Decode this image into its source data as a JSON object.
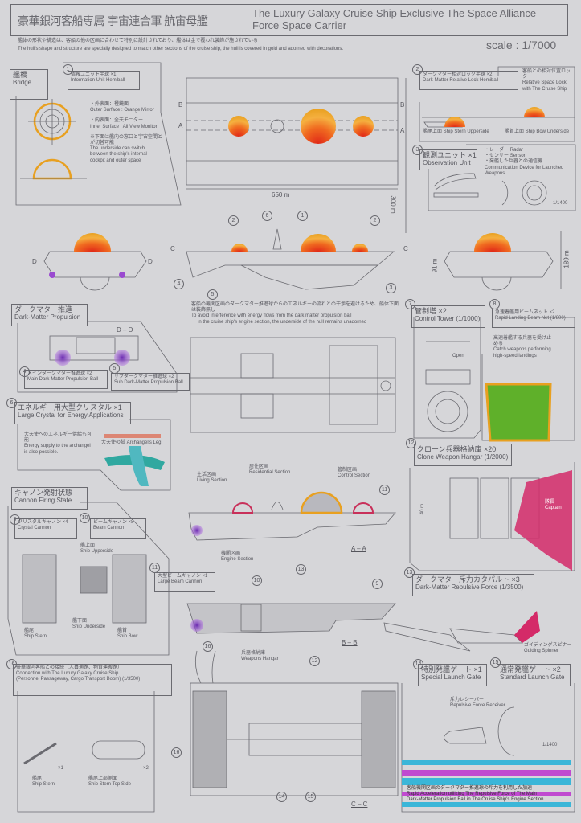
{
  "title": {
    "jp": "豪華銀河客船専属 宇宙連合軍 航宙母艦",
    "en": "The Luxury Galaxy Cruise Ship Exclusive The Space Alliance Force Space Carrier"
  },
  "subtitle": {
    "jp": "艦体の形状や構造は、客船の他の区画に合わせて特別に設計されており、艦体は金で覆われ装飾が施されている",
    "en": "The hull's shape and structure are specially designed to match other sections of the cruise ship, the hull is covered in gold and adorned with decorations."
  },
  "scale": "scale : 1/7000",
  "bridge": {
    "label_jp": "艦橋",
    "label_en": "Bridge",
    "item_no": "1",
    "item_jp": "情報ユニット半球 ×1",
    "item_en": "Information Unit Hemiball",
    "notes": [
      {
        "jp": "・外表面：橙鏡面",
        "en": "Outer Surface : Orange Mirror"
      },
      {
        "jp": "・内表面：全天モニター",
        "en": "Inner Surface : All View Monitor"
      },
      {
        "jp": "※下面は艦内の窓口と宇宙空間とが切替可能",
        "en": "The underside can switch between the ship's internal cockpit and outer space"
      }
    ]
  },
  "plan_view": {
    "length": "650 m",
    "width": "300 m",
    "marks": [
      "B",
      "A",
      "B",
      "A"
    ]
  },
  "side_view": {
    "height": "189 m",
    "inner": "91 m",
    "marks": [
      "D",
      "D",
      "C",
      "C"
    ],
    "callouts": [
      "1",
      "2",
      "2",
      "3",
      "4",
      "5",
      "6"
    ]
  },
  "relative_lock": {
    "item_no": "2",
    "jp": "ダークマター相対ロック半球 ×2",
    "en": "Dark-Matter Relative Lock Hemiball",
    "note_jp": "客船との相対位置ロック",
    "note_en": "Relative Space Lock with The Cruise Ship",
    "stern_label": "艦尾上面 Ship Stern Upperside",
    "bow_label": "艦首上面 Ship Bow Underside"
  },
  "observation": {
    "item_no": "3",
    "jp": "観測ユニット ×1",
    "en": "Observation Unit",
    "features": [
      "・レーダー Radar",
      "・センサー Sensor",
      "・発艦した兵器との通信機"
    ],
    "feature_en": "Communication Device for Launched Weapons",
    "scale": "1/1400"
  },
  "propulsion": {
    "jp": "ダークマター推進",
    "en": "Dark-Matter Propulsion",
    "section": "D – D",
    "main_no": "4",
    "main_jp": "メインダークマター推進球 ×2",
    "main_en": "Main Dark-Matter Propulsion Ball",
    "sub_no": "5",
    "sub_jp": "サブダークマター推進球 ×2",
    "sub_en": "Sub Dark-Matter Propulsion Ball"
  },
  "engine_note": {
    "jp": "客船の機関区画のダークマター推進球からのエネルギーの流れとの干渉を避けるため、船体下面は装飾無し",
    "en1": "To avoid interference with energy flows from the dark matter propulsion ball",
    "en2": "in the cruise ship's engine section, the underside of the hull remains unadorned"
  },
  "crystal": {
    "item_no": "6",
    "jp": "エネルギー用大型クリスタル ×1",
    "en": "Large Crystal for Energy Applications",
    "note_jp": "大天使へのエネルギー供給も可能",
    "note_en": "Energy supply to the archangel is also possible.",
    "leg_label": "大天使の脚 Archangel's Leg"
  },
  "control_tower": {
    "item_no": "7",
    "jp": "管制塔 ×2",
    "en": "Control Tower (1/1000)",
    "open": "Open"
  },
  "beam_net": {
    "item_no": "8",
    "jp": "急速着艦用ビームネット ×2",
    "en": "Rapid Landing Beam Net (1/800)",
    "note_jp": "高速着艦する兵器を受け止める",
    "note_en": "Catch weapons performing high-speed landings",
    "net_color": "#5fb02a"
  },
  "cannon": {
    "jp": "キャノン発射状態",
    "en": "Cannon Firing State",
    "crystal_no": "9",
    "crystal_jp": "クリスタルキャノン ×4",
    "crystal_en": "Crystal Cannon",
    "beam_no": "10",
    "beam_jp": "ビームキャノン ×8",
    "beam_en": "Beam Cannon",
    "large_no": "11",
    "large_jp": "大型ビームキャノン ×1",
    "large_en": "Large Beam Cannon",
    "upper_jp": "艦上面",
    "upper_en": "Ship Upperside",
    "stern_jp": "艦尾",
    "stern_en": "Ship Stern",
    "under_jp": "艦下面",
    "under_en": "Ship Underside",
    "bow_jp": "艦首",
    "bow_en": "Ship Bow"
  },
  "sections": {
    "living_jp": "生活区画",
    "living_en": "Living Section",
    "residential_jp": "居住区画",
    "residential_en": "Residential Section",
    "control_jp": "管制区画",
    "control_en": "Control Section",
    "engine_jp": "機関区画",
    "engine_en": "Engine Section",
    "hangar_jp": "兵器格納庫",
    "hangar_en": "Weapons Hangar",
    "aa": "A – A",
    "bb": "B – B",
    "cc": "C – C",
    "callouts": [
      "9",
      "10",
      "11",
      "12",
      "13",
      "14",
      "15",
      "16"
    ]
  },
  "clone_hangar": {
    "item_no": "12",
    "jp": "クローン兵器格納庫 ×20",
    "en": "Clone Weapon Hangar (1/2000)",
    "height": "40 m",
    "captain_jp": "隊長",
    "captain_en": "Captain",
    "accent": "#d42a68"
  },
  "repulsive": {
    "item_no": "13",
    "jp": "ダークマター斥力カタパルト ×3",
    "en": "Dark-Matter Repulsive Force (1/3500)",
    "spinner_jp": "ガイディングスピナー",
    "spinner_en": "Guiding Spinner"
  },
  "gates": {
    "special_no": "14",
    "special_jp": "特別発艦ゲート ×1",
    "special_en": "Special Launch Gate",
    "standard_no": "15",
    "standard_jp": "通常発艦ゲート ×2",
    "standard_en": "Standard Launch Gate",
    "receiver_jp": "斥力レシーバー",
    "receiver_en": "Repulsive Force Receiver",
    "scale": "1/1400",
    "accel_jp": "客船機関区画のダークマター推進球の斥力を利用した加速",
    "accel_en1": "Rapid Acceleration utilizing The Repulsive Force of The Main",
    "accel_en2": "Dark-Matter Propulsion Ball in The Cruise Ship's Engine Section"
  },
  "connection": {
    "item_no": "16",
    "jp": "豪華銀河客船との接続（人員通路、物資運搬路）",
    "en1": "Connection with The Luxury Galaxy Cruise Ship",
    "en2": "(Personnel Passageway, Cargo Transport Boom) (1/3500)",
    "stern_count": "×1",
    "stern_jp": "艦尾",
    "stern_en": "Ship Stern",
    "top_count": "×2",
    "top_jp": "艦尾上部側面",
    "top_en": "Ship Stern Top Side"
  },
  "colors": {
    "paper": "#d6d6d9",
    "line": "#6a6a70",
    "gold": "#e8a020",
    "orange": "#f07a20",
    "red": "#e03020",
    "purple": "#9a4ad0",
    "magenta": "#d42a68",
    "cyan": "#3ab6d8"
  }
}
